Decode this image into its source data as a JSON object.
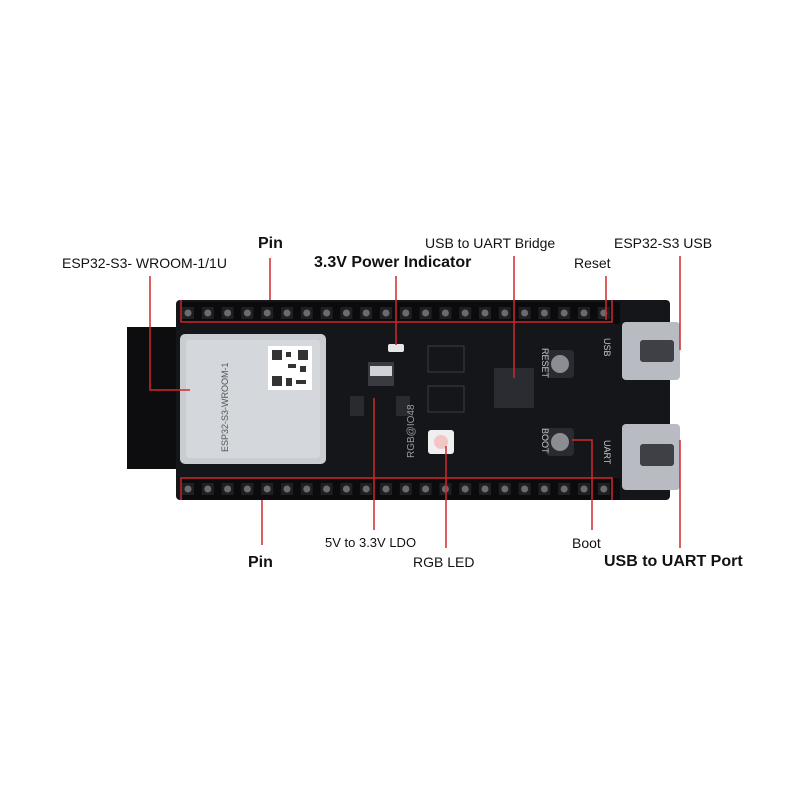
{
  "board": {
    "module_marking": "ESP32-S3-WROOM-1",
    "silk_reset": "RESET",
    "silk_boot": "BOOT",
    "silk_usb": "USB",
    "silk_uart": "UART",
    "silk_rgb": "RGB@IO48"
  },
  "labels": {
    "module": "ESP32-S3- WROOM-1/1U",
    "pin_top": "Pin",
    "power_indicator": "3.3V Power Indicator",
    "usb_uart_bridge": "USB to UART Bridge",
    "esp32s3_usb": "ESP32-S3 USB",
    "reset": "Reset",
    "ldo": "5V to 3.3V LDO",
    "pin_bottom": "Pin",
    "rgb_led": "RGB LED",
    "boot": "Boot",
    "usb_uart_port": "USB to UART Port"
  },
  "colors": {
    "board": "#15161a",
    "module_shield": "#c9ccd0",
    "antenna": "#0d0d10",
    "pin_header": "#0b0b0d",
    "pin_pad": "#6b6b6e",
    "callout_line": "#d0282e",
    "usb_connector": "#b8bcc2"
  }
}
